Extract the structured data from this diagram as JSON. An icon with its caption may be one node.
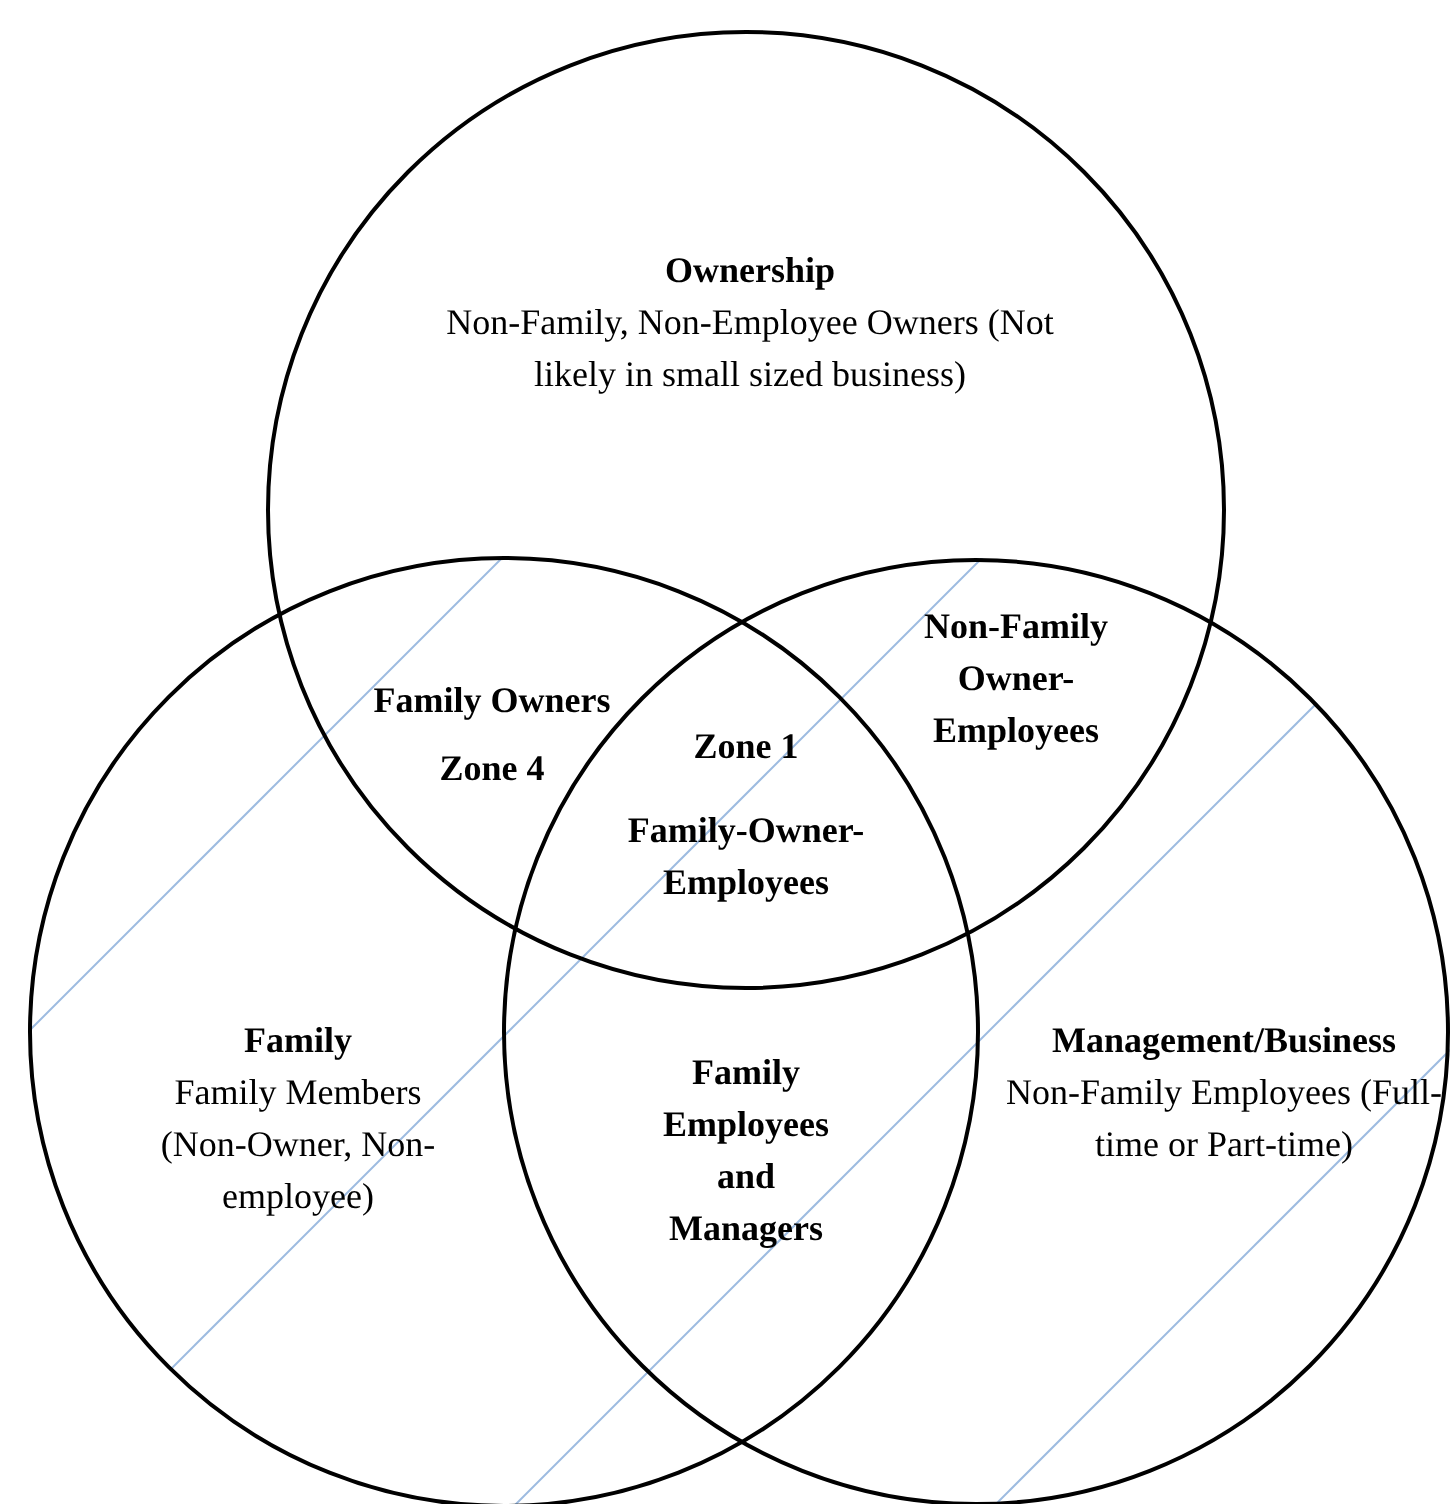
{
  "diagram": {
    "nodes": [
      {
        "text": [
          "Ownership",
          "Non-Family, Non-Employee Owners (Not likely in small sized business)"
        ]
      },
      {
        "text": [
          "Family",
          "Family Members (Non-Owner, Non-employee)"
        ]
      },
      {
        "text": [
          "Management/Business",
          "Non-Family Employees (Full-time or Part-time)"
        ]
      }
    ],
    "edges": [],
    "labels": [
      "Family Owners",
      "Zone 4",
      "Zone 1",
      "Family-Owner-Employees",
      "Non-Family Owner-Employees",
      "Family Employees and Managers"
    ]
  }
}
